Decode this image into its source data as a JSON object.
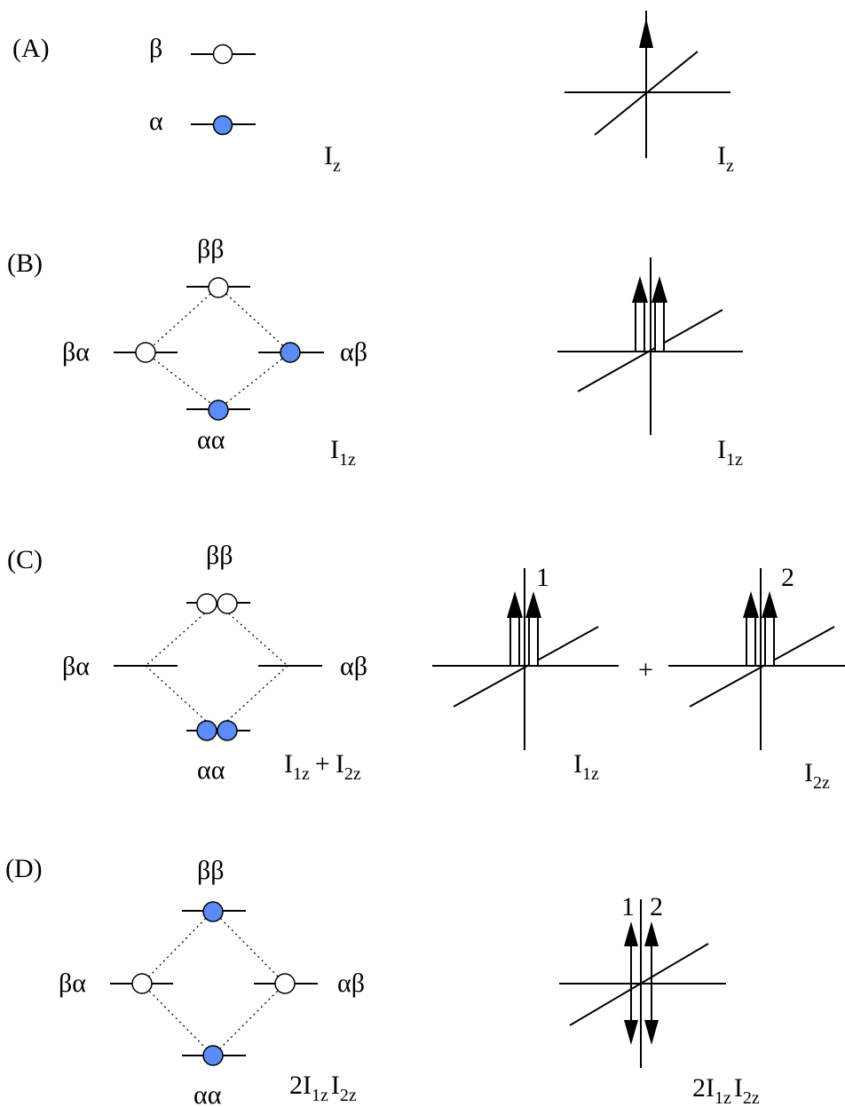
{
  "colors": {
    "population_fill": "#5b8cf5"
  },
  "panels": {
    "A": {
      "label": "(A)",
      "levels": {
        "beta": "β",
        "alpha": "α"
      },
      "operator": {
        "main": "I",
        "sub": "z"
      },
      "vector_operator": {
        "main": "I",
        "sub": "z"
      }
    },
    "B": {
      "label": "(B)",
      "levels": {
        "bb": "ββ",
        "ba": "βα",
        "ab": "αβ",
        "aa": "αα"
      },
      "operator": {
        "main": "I",
        "sub": "1z"
      },
      "vector_operator": {
        "main": "I",
        "sub": "1z"
      }
    },
    "C": {
      "label": "(C)",
      "levels": {
        "bb": "ββ",
        "ba": "βα",
        "ab": "αβ",
        "aa": "αα"
      },
      "operator": {
        "main1": "I",
        "sub1": "1z",
        "plus": "+",
        "main2": "I",
        "sub2": "2z"
      },
      "vec1": {
        "tag": "1",
        "main": "I",
        "sub": "1z"
      },
      "plus": "+",
      "vec2": {
        "tag": "2",
        "main": "I",
        "sub": "2z"
      }
    },
    "D": {
      "label": "(D)",
      "levels": {
        "bb": "ββ",
        "ba": "βα",
        "ab": "αβ",
        "aa": "αα"
      },
      "operator": {
        "coef": "2I",
        "sub1": "1z",
        "main2": "I",
        "sub2": "2z"
      },
      "vector_tags": {
        "one": "1",
        "two": "2"
      },
      "vector_operator": {
        "coef": "2I",
        "sub1": "1z",
        "main2": "I",
        "sub2": "2z"
      }
    }
  }
}
